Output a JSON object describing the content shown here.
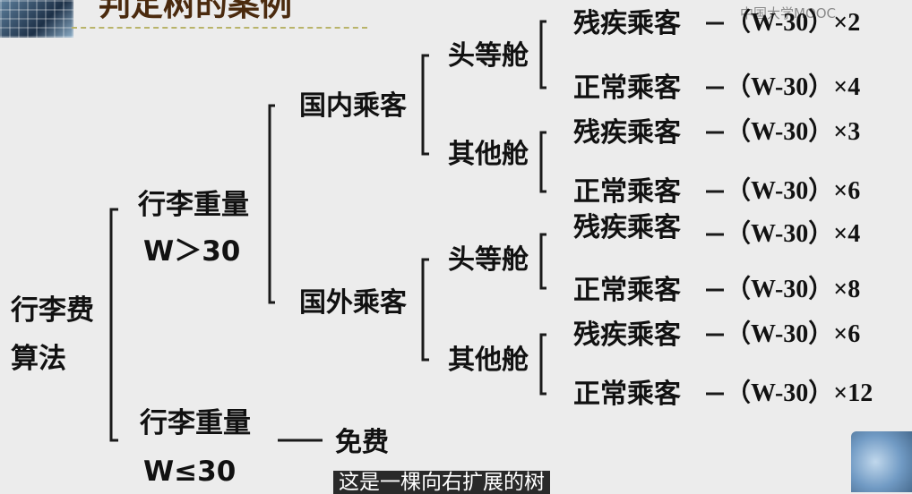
{
  "header": {
    "title": "判定树的案例",
    "watermark": "中国大学MOOC"
  },
  "tree": {
    "root": [
      "行李费",
      "算法"
    ],
    "weight_over": [
      "行李重量",
      "W＞30"
    ],
    "weight_under": [
      "行李重量",
      "W≤30"
    ],
    "free": "免费",
    "domestic": "国内乘客",
    "international": "国外乘客",
    "first_class": "头等舱",
    "other_class": "其他舱",
    "disabled": "残疾乘客",
    "normal": "正常乘客",
    "formulas": [
      "（W-30）×2",
      "（W-30）×4",
      "（W-30）×3",
      "（W-30）×6",
      "（W-30）×4",
      "（W-30）×8",
      "（W-30）×6",
      "（W-30）×12"
    ]
  },
  "caption": {
    "subtitle": "这是一棵向右扩展的树"
  },
  "colors": {
    "line": "#1a1a1a",
    "title": "#4a2a0e",
    "background": "#ececec"
  }
}
